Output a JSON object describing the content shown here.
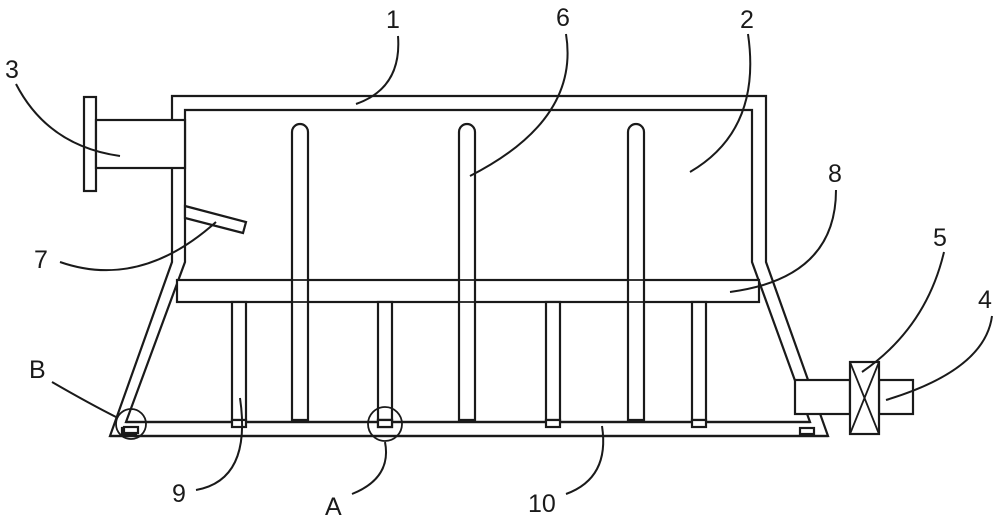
{
  "labels": {
    "l1": "1",
    "l2": "2",
    "l3": "3",
    "l4": "4",
    "l5": "5",
    "l6": "6",
    "l7": "7",
    "l8": "8",
    "l9": "9",
    "l10": "10",
    "lA": "A",
    "lB": "B"
  }
}
